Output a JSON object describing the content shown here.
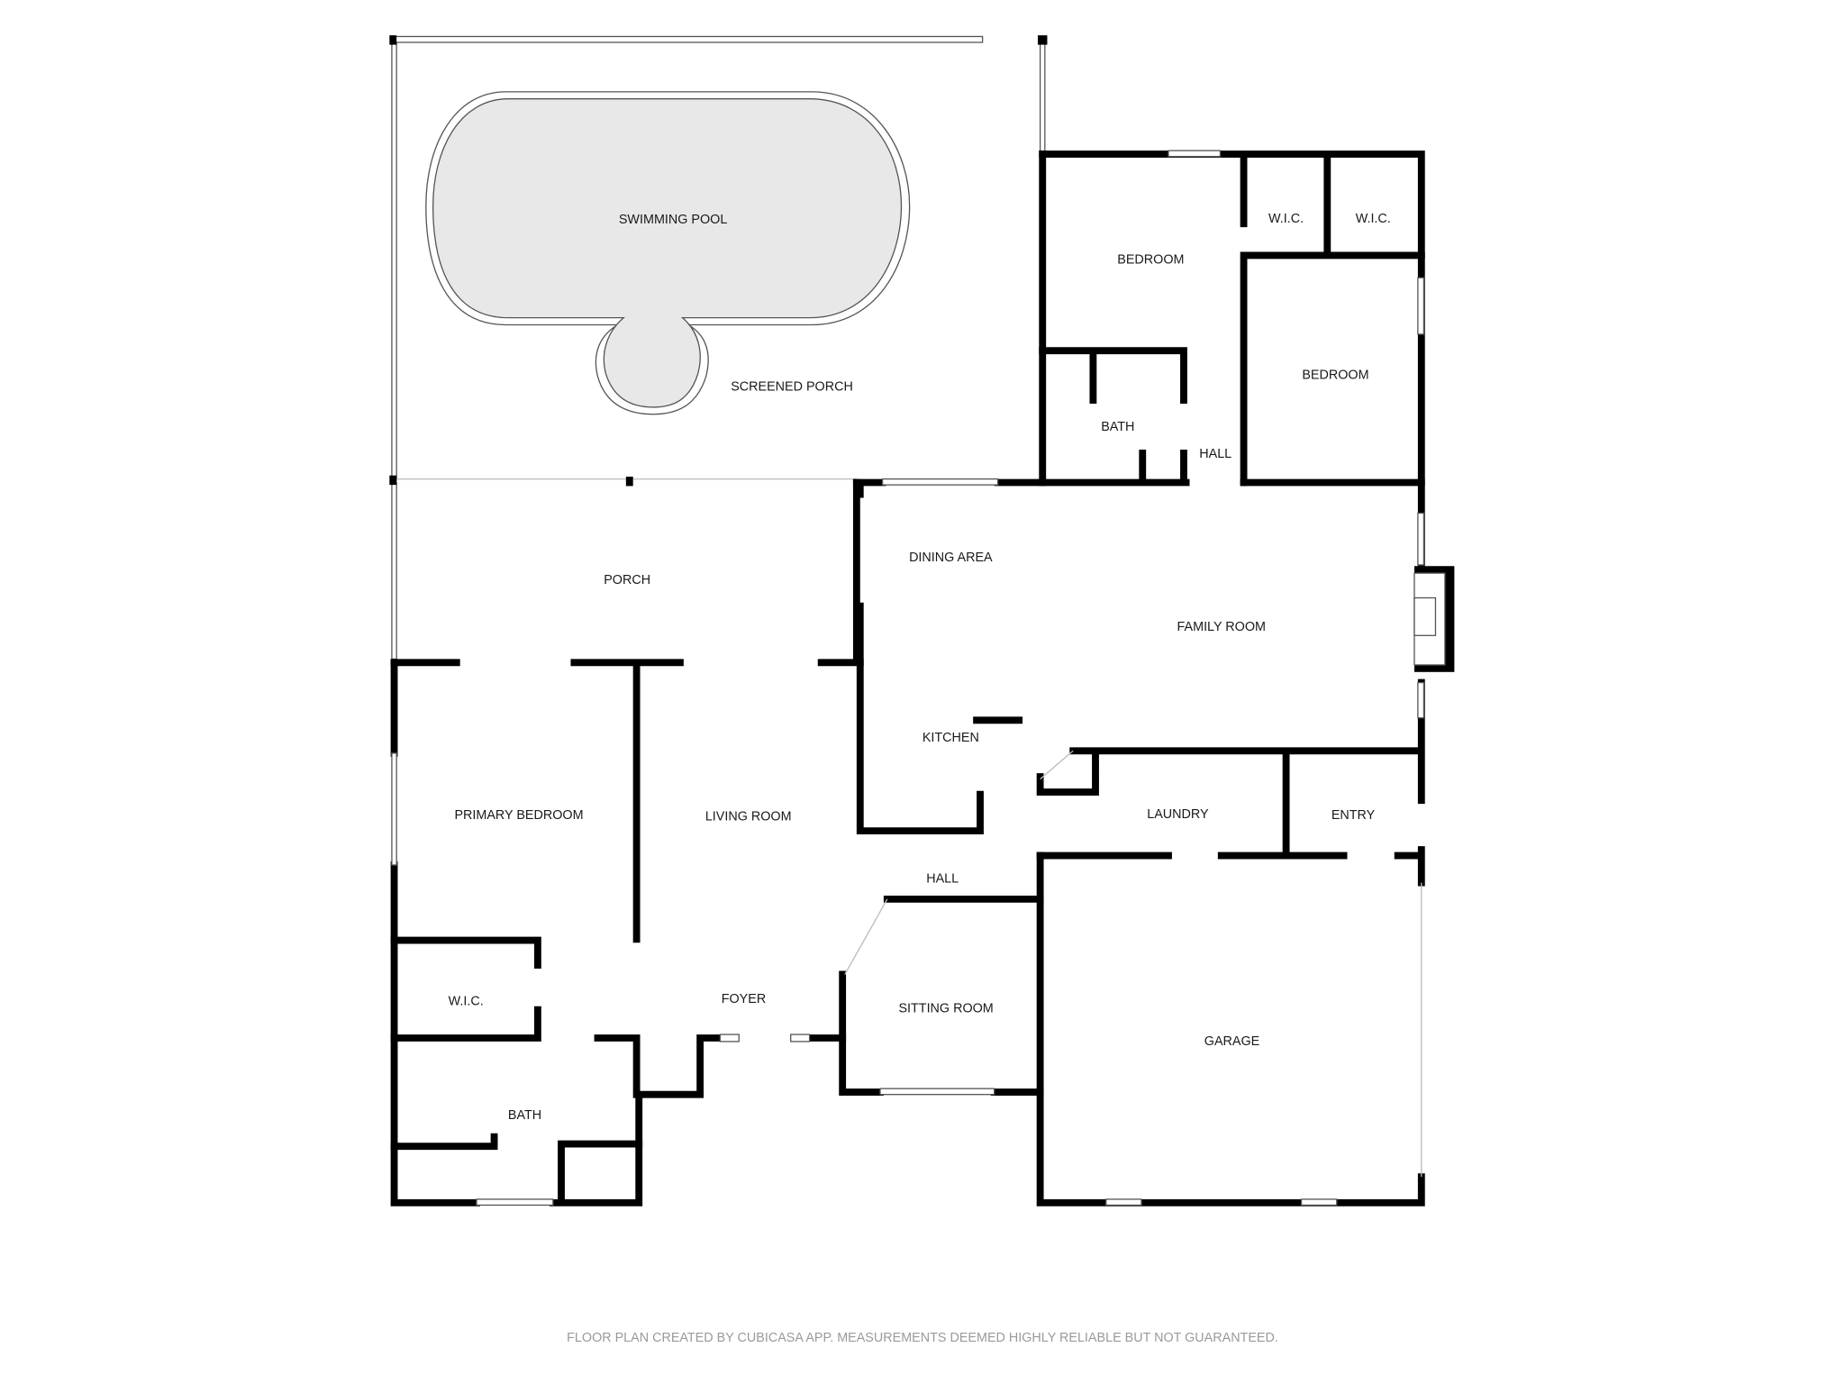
{
  "plan": {
    "rooms": {
      "swimming_pool": "SWIMMING POOL",
      "screened_porch": "SCREENED PORCH",
      "porch": "PORCH",
      "bedroom_1": "BEDROOM",
      "wic_1": "W.I.C.",
      "wic_2": "W.I.C.",
      "bedroom_2": "BEDROOM",
      "bath_1": "BATH",
      "hall_1": "HALL",
      "dining_area": "DINING AREA",
      "family_room": "FAMILY ROOM",
      "kitchen": "KITCHEN",
      "laundry": "LAUNDRY",
      "entry": "ENTRY",
      "primary_bedroom": "PRIMARY BEDROOM",
      "living_room": "LIVING ROOM",
      "hall_2": "HALL",
      "wic_3": "W.I.C.",
      "foyer": "FOYER",
      "sitting_room": "SITTING ROOM",
      "garage": "GARAGE",
      "bath_2": "BATH"
    },
    "pool_color": "#e8e8e8",
    "wall_color": "#000000"
  },
  "footer": {
    "disclaimer": "FLOOR PLAN CREATED BY CUBICASA APP. MEASUREMENTS DEEMED HIGHLY RELIABLE BUT NOT GUARANTEED."
  }
}
